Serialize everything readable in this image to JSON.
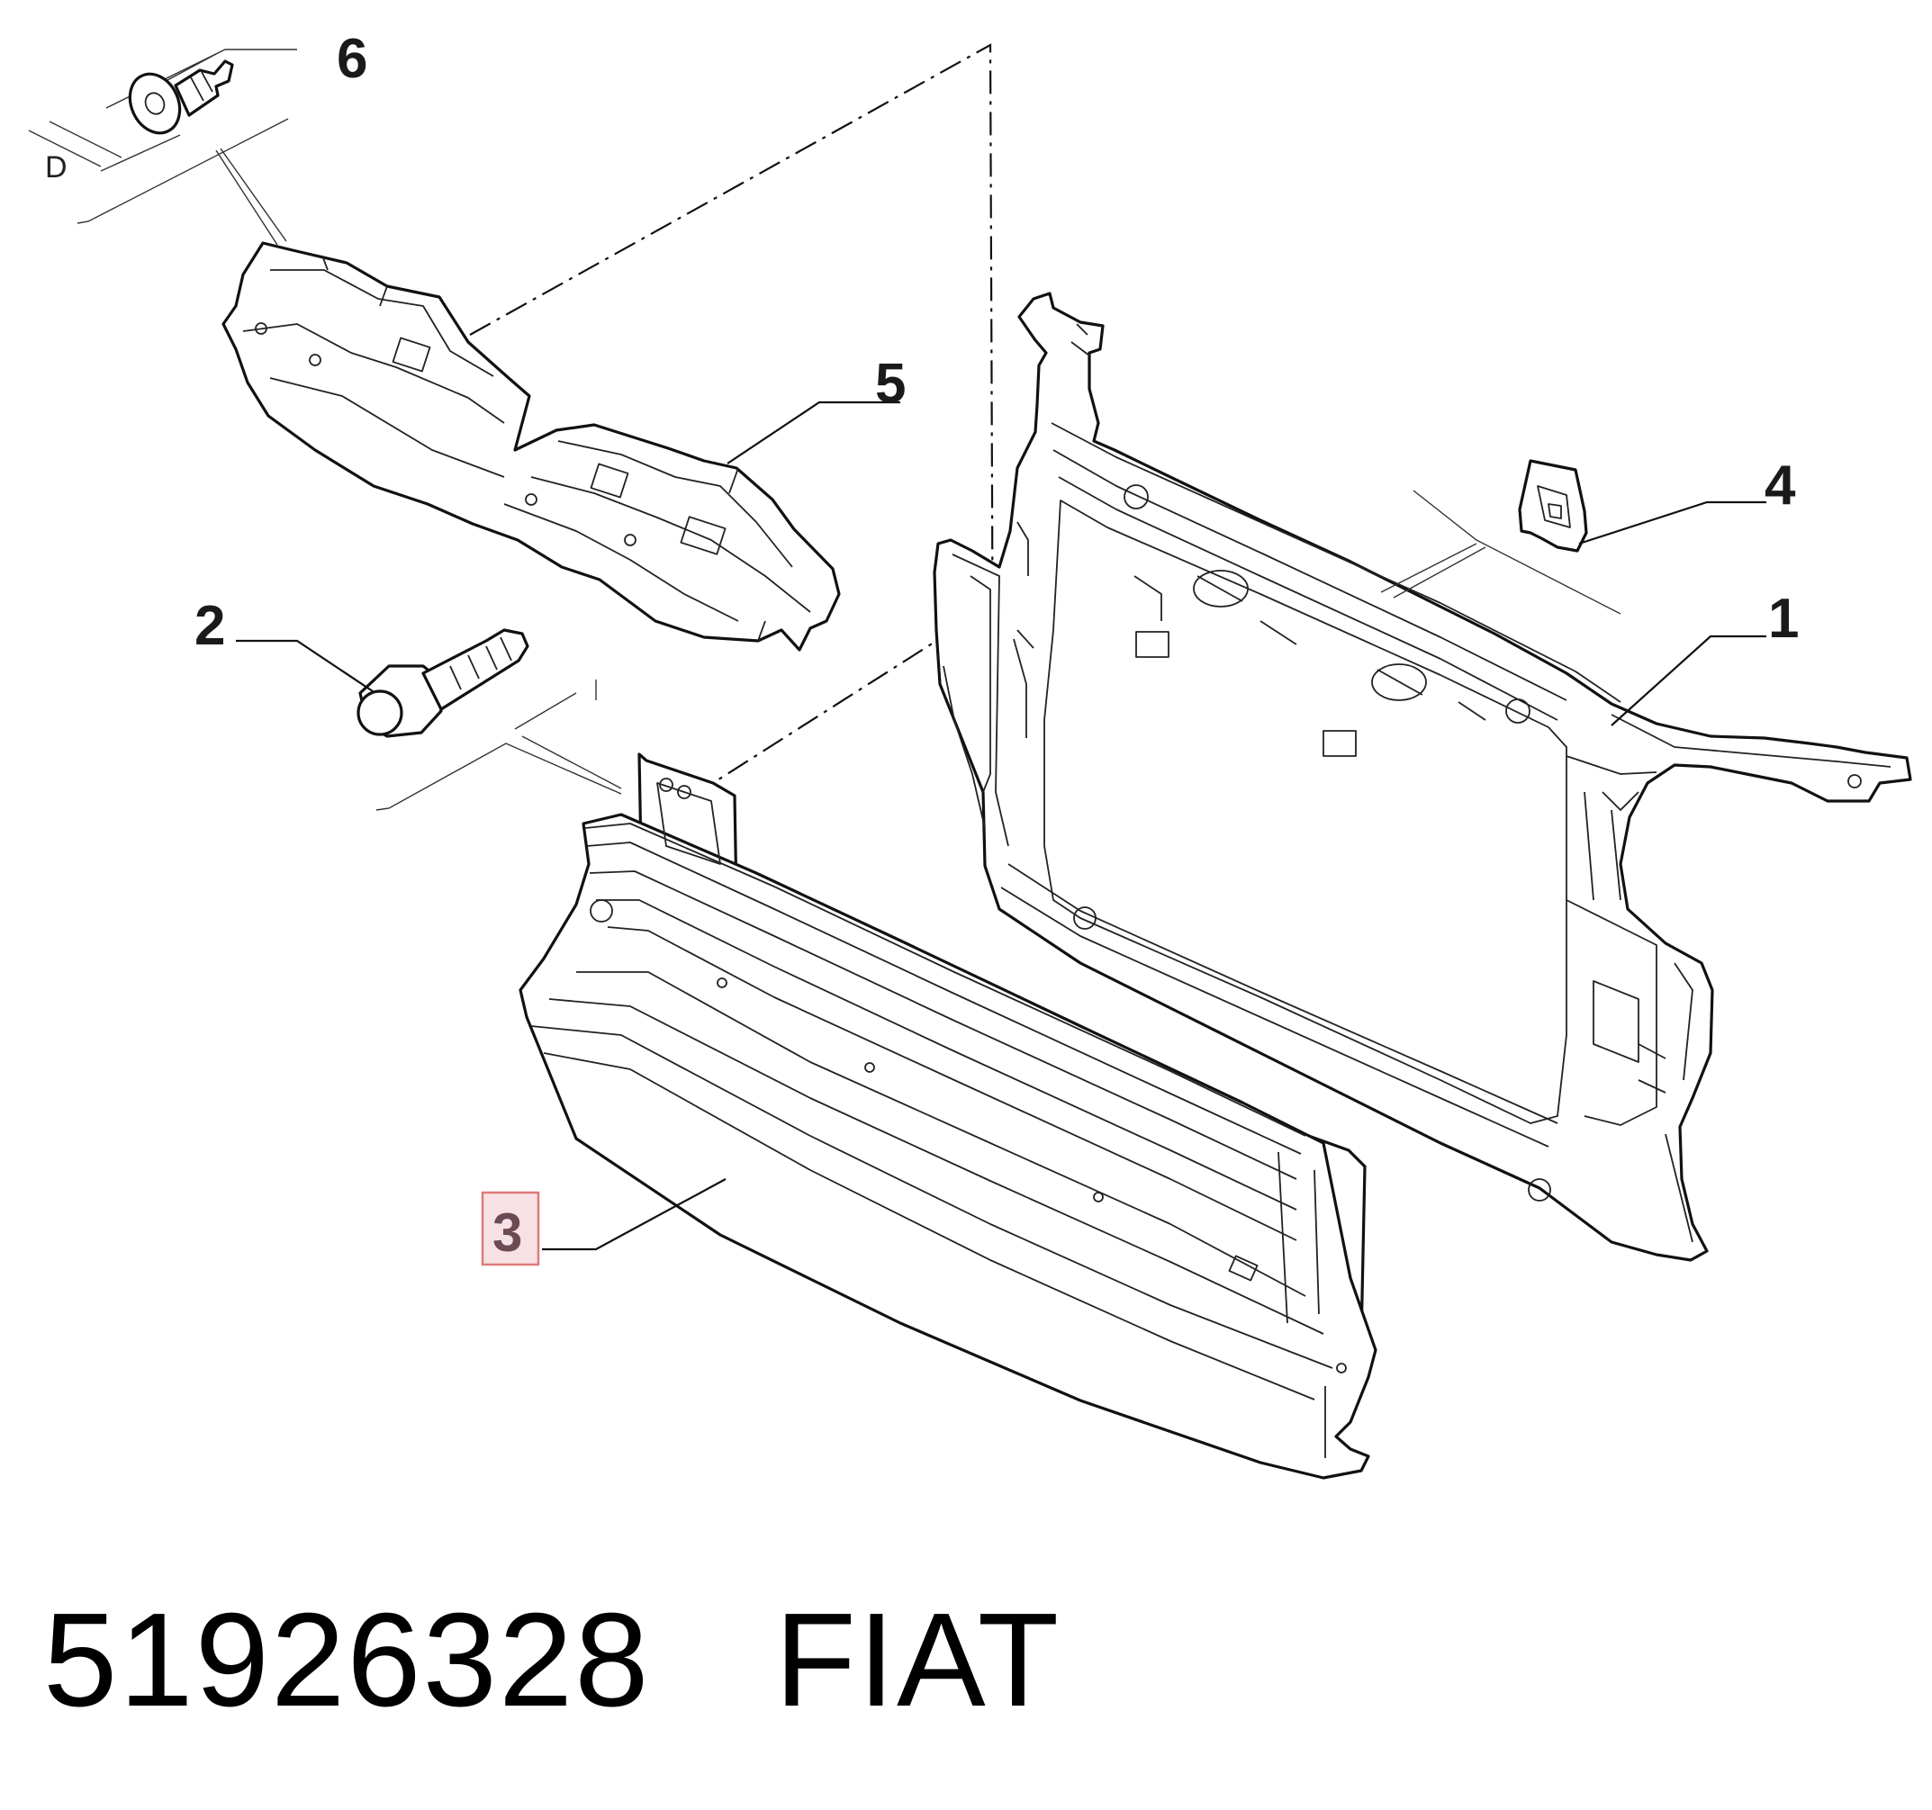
{
  "callouts": {
    "c1": "1",
    "c2": "2",
    "c3": "3",
    "c4": "4",
    "c5": "5",
    "c6": "6"
  },
  "dimension_label": "D",
  "highlighted_callout": "3",
  "colors": {
    "line": "#111111",
    "background": "#ffffff",
    "highlight_border": "#e07a7a",
    "highlight_fill": "#f7e1e4",
    "highlight_text": "#6b4a55"
  },
  "caption": {
    "part_number": "51926328",
    "brand": "FIAT"
  }
}
